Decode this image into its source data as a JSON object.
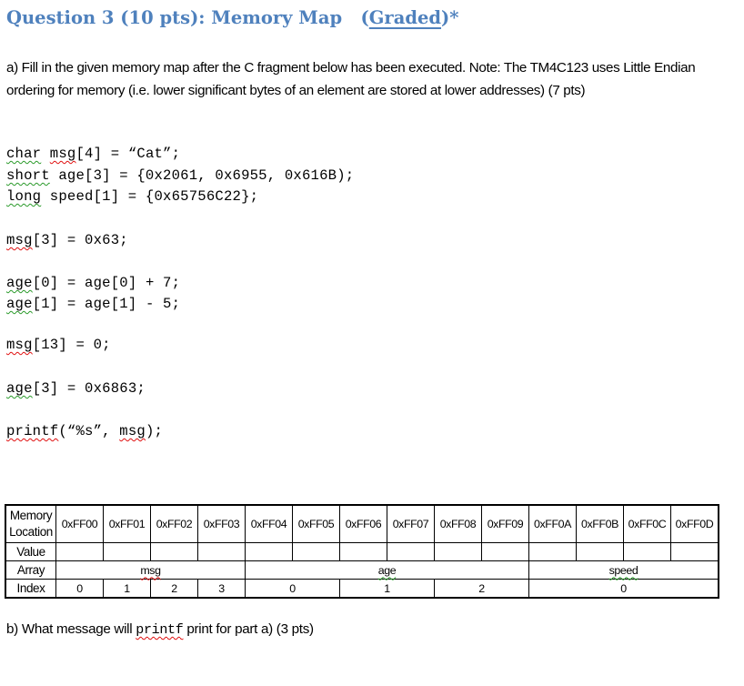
{
  "header": {
    "title_prefix": "Question 3 (10 pts): Memory Map",
    "title_graded": "Graded",
    "title_open": "(",
    "title_close": ")*"
  },
  "part_a": {
    "text": "a) Fill in the given memory map after the C fragment below has been executed. Note: The TM4C123 uses Little Endian ordering for memory (i.e. lower significant bytes of an element are stored at lower addresses)  (7 pts)"
  },
  "code": {
    "lines": [
      {
        "kw": "char",
        "id": "msg",
        "rest": "[4] = “Cat”;"
      },
      {
        "kw": "short",
        "id": "",
        "rest": " age[3] = {0x2061, 0x6955, 0x616B);"
      },
      {
        "kw": "long",
        "id": "",
        "rest": " speed[1] = {0x65756C22};"
      },
      {
        "id": "msg",
        "rest": "[3] = 0x63;"
      },
      {
        "id": "age",
        "rest": "[0] = age[0] + 7;"
      },
      {
        "id": "age",
        "rest": "[1] = age[1] - 5;"
      },
      {
        "id": "msg",
        "rest": "[13] = 0;"
      },
      {
        "id": "age",
        "rest": "[3] = 0x6863;"
      },
      {
        "fn": "printf",
        "mid": "(“%s”, ",
        "arg": "msg",
        "end": ");"
      }
    ],
    "sp0": " "
  },
  "memory_table": {
    "row_headers": {
      "location_line1": "Memory",
      "location_line2": "Location",
      "value": "Value",
      "array": "Array",
      "index": "Index"
    },
    "addresses": [
      "0xFF00",
      "0xFF01",
      "0xFF02",
      "0xFF03",
      "0xFF04",
      "0xFF05",
      "0xFF06",
      "0xFF07",
      "0xFF08",
      "0xFF09",
      "0xFF0A",
      "0xFF0B",
      "0xFF0C",
      "0xFF0D"
    ],
    "values": [
      "",
      "",
      "",
      "",
      "",
      "",
      "",
      "",
      "",
      "",
      "",
      "",
      "",
      ""
    ],
    "arrays": [
      {
        "name": "msg",
        "span": 4
      },
      {
        "name": "age",
        "span": 6
      },
      {
        "name": "speed",
        "span": 4
      }
    ],
    "indices": [
      {
        "label": "0",
        "span": 1
      },
      {
        "label": "1",
        "span": 1
      },
      {
        "label": "2",
        "span": 1
      },
      {
        "label": "3",
        "span": 1
      },
      {
        "label": "0",
        "span": 2
      },
      {
        "label": "1",
        "span": 2
      },
      {
        "label": "2",
        "span": 2
      },
      {
        "label": "0",
        "span": 4
      }
    ]
  },
  "part_b": {
    "prefix": "b) What message will ",
    "code": "printf",
    "suffix": " print for part a)  (3 pts)"
  },
  "colors": {
    "title": "#4f81bd",
    "spell_red": "#e01010",
    "grammar_green": "#2a9a2a"
  }
}
